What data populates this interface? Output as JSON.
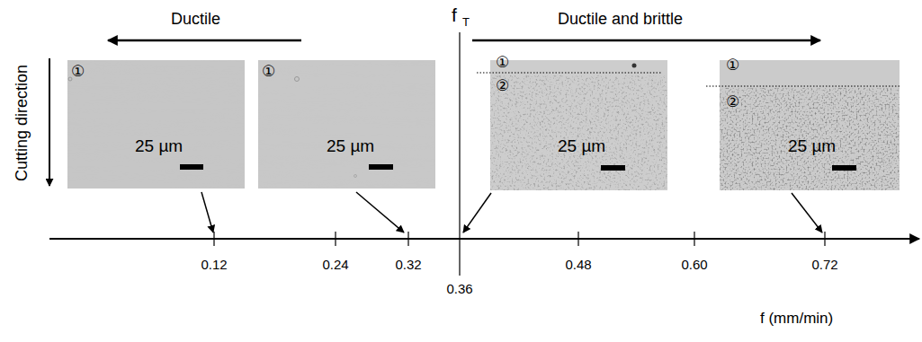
{
  "diagram": {
    "nodes": [
      {
        "text": [
          "①",
          "25 µm"
        ]
      },
      {
        "text": [
          "①",
          "25 µm"
        ]
      },
      {
        "text": [
          "①",
          "②",
          "25 µm"
        ]
      },
      {
        "text": [
          "①",
          "②",
          "25 µm"
        ]
      }
    ],
    "labels": [
      "Cutting direction",
      "Ductile",
      "f",
      "T",
      "Ductile and brittle",
      "0.12",
      "0.24",
      "0.32",
      "0.48",
      "0.60",
      "0.72",
      "0.36",
      "f (mm/min)"
    ]
  }
}
